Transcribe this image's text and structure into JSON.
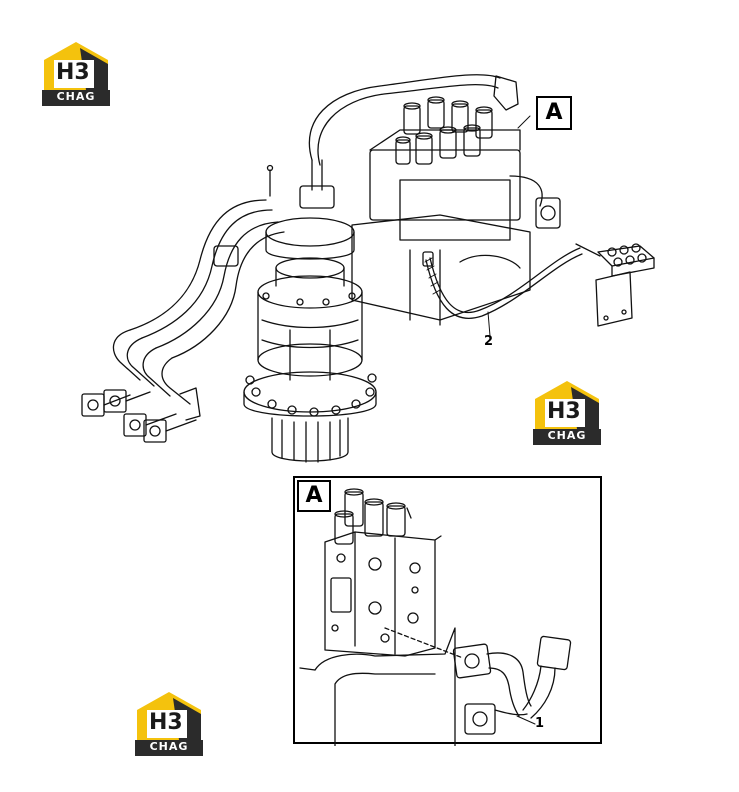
{
  "logo": {
    "mark": "H3",
    "brand": "CHAG",
    "accent": "#f4c20d",
    "dark": "#2b2b2b"
  },
  "callouts": {
    "label_a_main": "A",
    "label_a_inset": "A",
    "part_1": "1",
    "part_2": "2"
  }
}
